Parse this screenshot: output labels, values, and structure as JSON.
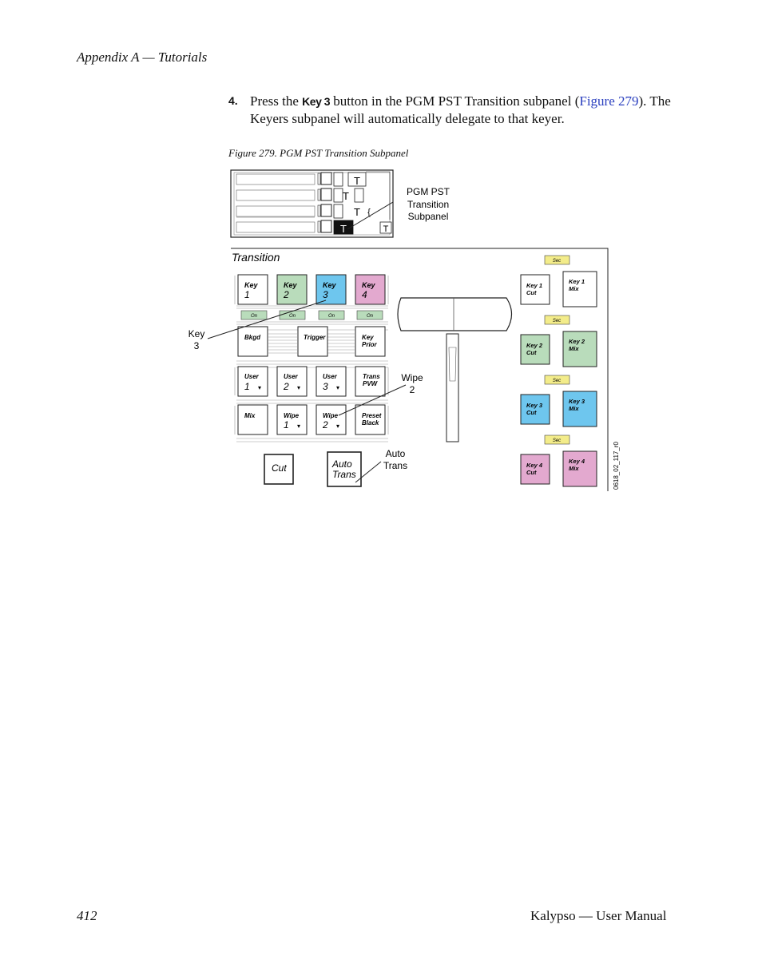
{
  "header": {
    "text": "Appendix A — Tutorials"
  },
  "step": {
    "number": "4.",
    "pre": "Press the ",
    "key": "Key 3",
    "mid": " button in the PGM PST Transition subpanel (",
    "link": "Figure 279",
    "post": "). The Keyers subpanel will automatically delegate to that keyer."
  },
  "figure": {
    "caption": "Figure 279.  PGM PST Transition Subpanel",
    "callout_pgm_line1": "PGM PST",
    "callout_pgm_line2": "Transition",
    "callout_pgm_line3": "Subpanel",
    "callout_key_line1": "Key",
    "callout_key_line2": "3",
    "callout_wipe_line1": "Wipe",
    "callout_wipe_line2": "2",
    "callout_auto_line1": "Auto",
    "callout_auto_line2": "Trans",
    "panel_title": "Transition",
    "part_number": "0618_02_117_r0",
    "key_buttons": [
      {
        "l1": "Key",
        "l2": "1"
      },
      {
        "l1": "Key",
        "l2": "2"
      },
      {
        "l1": "Key",
        "l2": "3"
      },
      {
        "l1": "Key",
        "l2": "4"
      }
    ],
    "on_label": "On",
    "bkgd": "Bkgd",
    "trigger": "Trigger",
    "key_prior_l1": "Key",
    "key_prior_l2": "Prior",
    "user_buttons": [
      {
        "l1": "User",
        "l2": "1"
      },
      {
        "l1": "User",
        "l2": "2"
      },
      {
        "l1": "User",
        "l2": "3"
      }
    ],
    "trans_pvw_l1": "Trans",
    "trans_pvw_l2": "PVW",
    "mix": "Mix",
    "wipe1_l1": "Wipe",
    "wipe1_l2": "1",
    "wipe2_l1": "Wipe",
    "wipe2_l2": "2",
    "preset_black_l1": "Preset",
    "preset_black_l2": "Black",
    "cut": "Cut",
    "auto_trans_l1": "Auto",
    "auto_trans_l2": "Trans",
    "sec_label": "Sec",
    "keyer_rows": [
      {
        "cut_l1": "Key 1",
        "cut_l2": "Cut",
        "mix_l1": "Key 1",
        "mix_l2": "Mix"
      },
      {
        "cut_l1": "Key 2",
        "cut_l2": "Cut",
        "mix_l1": "Key 2",
        "mix_l2": "Mix"
      },
      {
        "cut_l1": "Key 3",
        "cut_l2": "Cut",
        "mix_l1": "Key 3",
        "mix_l2": "Mix"
      },
      {
        "cut_l1": "Key 4",
        "cut_l2": "Cut",
        "mix_l1": "Key 4",
        "mix_l2": "Mix"
      }
    ],
    "colors": {
      "key1": "#ffffff",
      "key2": "#b9dcbb",
      "key3": "#6ec6ee",
      "key4": "#e3a9cf",
      "on": "#b9dcbb",
      "sec": "#f3ec8a"
    }
  },
  "footer": {
    "page": "412",
    "title": "Kalypso — User Manual"
  }
}
